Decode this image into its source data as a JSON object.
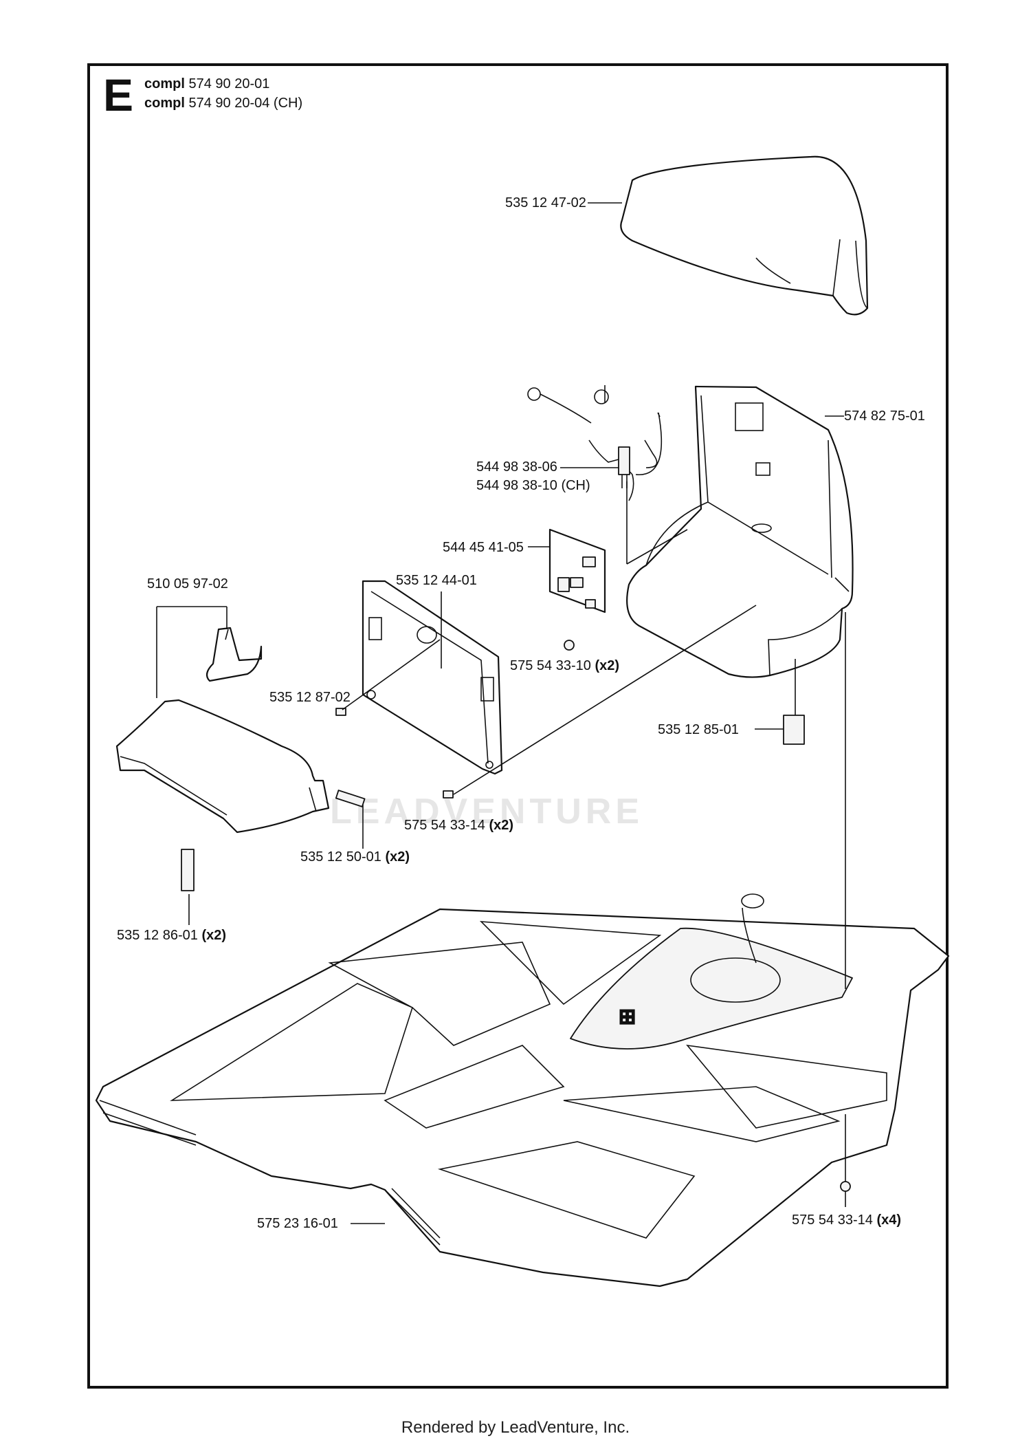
{
  "header": {
    "section_letter": "E",
    "assemblies": [
      {
        "prefix": "compl",
        "number": "574 90 20-01"
      },
      {
        "prefix": "compl",
        "number": "574 90 20-04 (CH)"
      }
    ]
  },
  "parts": [
    {
      "number": "535 12 47-02",
      "qty": ""
    },
    {
      "number": "574 82 75-01",
      "qty": ""
    },
    {
      "number": "544 98 38-06",
      "qty": ""
    },
    {
      "number": "544 98 38-10 (CH)",
      "qty": ""
    },
    {
      "number": "544 45 41-05",
      "qty": ""
    },
    {
      "number": "510 05 97-02",
      "qty": ""
    },
    {
      "number": "535 12 44-01",
      "qty": ""
    },
    {
      "number": "575 54 33-10",
      "qty": "(x2)"
    },
    {
      "number": "535 12 87-02",
      "qty": ""
    },
    {
      "number": "535 12 85-01",
      "qty": ""
    },
    {
      "number": "575 54 33-14",
      "qty": "(x2)"
    },
    {
      "number": "535 12 50-01",
      "qty": "(x2)"
    },
    {
      "number": "535 12 86-01",
      "qty": "(x2)"
    },
    {
      "number": "575 54 33-14",
      "qty": "(x4)"
    },
    {
      "number": "575 23 16-01",
      "qty": ""
    }
  ],
  "watermark": "LEADVENTURE",
  "footer": "Rendered by LeadVenture, Inc."
}
